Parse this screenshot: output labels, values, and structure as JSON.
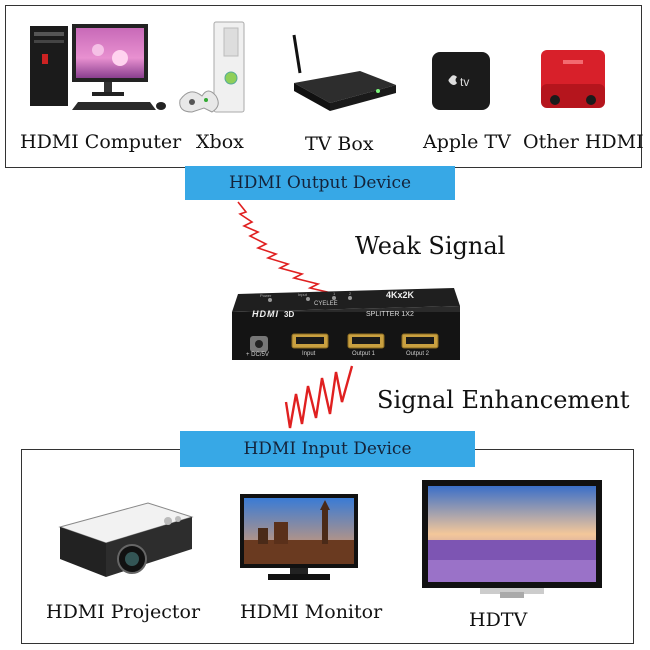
{
  "output_group": {
    "devices": [
      {
        "label": "HDMI Computer",
        "icon": "desktop-computer-icon"
      },
      {
        "label": "Xbox",
        "icon": "xbox-console-icon"
      },
      {
        "label": "TV Box",
        "icon": "tv-box-icon"
      },
      {
        "label": "Apple TV",
        "icon": "apple-tv-icon"
      },
      {
        "label": "Other HDMI",
        "icon": "hdmi-device-icon"
      }
    ],
    "banner": "HDMI Output Device"
  },
  "signals": {
    "weak": "Weak Signal",
    "enhanced": "Signal Enhancement"
  },
  "splitter": {
    "brand": "CYELEE",
    "resolution": "4Kx2K",
    "logo": "HDMI",
    "version": "3D",
    "model": "SPLITTER 1X2",
    "indicators": [
      "Power",
      "Input",
      "1",
      "2"
    ],
    "ports": [
      "+ DC/5V",
      "Input",
      "Output 1",
      "Output 2"
    ]
  },
  "input_group": {
    "banner": "HDMI Input Device",
    "devices": [
      {
        "label": "HDMI Projector",
        "icon": "projector-icon"
      },
      {
        "label": "HDMI Monitor",
        "icon": "monitor-icon"
      },
      {
        "label": "HDTV",
        "icon": "hdtv-icon"
      }
    ]
  },
  "colors": {
    "banner": "#37a8e6",
    "signal": "#e02020"
  }
}
